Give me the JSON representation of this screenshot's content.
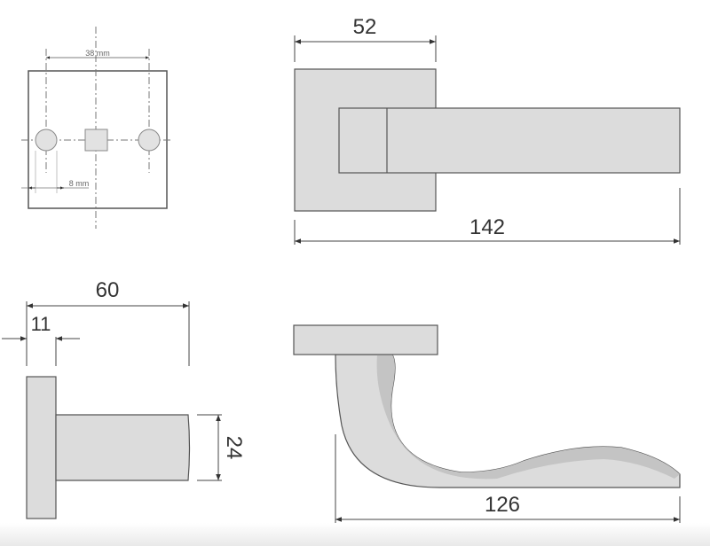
{
  "colors": {
    "fill": "#dcdcdc",
    "shade": "#c4c4c4",
    "stroke": "#555555",
    "dim": "#444444",
    "text": "#333333"
  },
  "drilling_template": {
    "spacing_label": "38 mm",
    "offset_label": "8 mm"
  },
  "front_view": {
    "rose_width_label": "52",
    "total_length_label": "142"
  },
  "side_view": {
    "projection_label": "60",
    "rose_thickness_label": "11",
    "lever_height_label": "24"
  },
  "top_view": {
    "lever_length_label": "126"
  }
}
